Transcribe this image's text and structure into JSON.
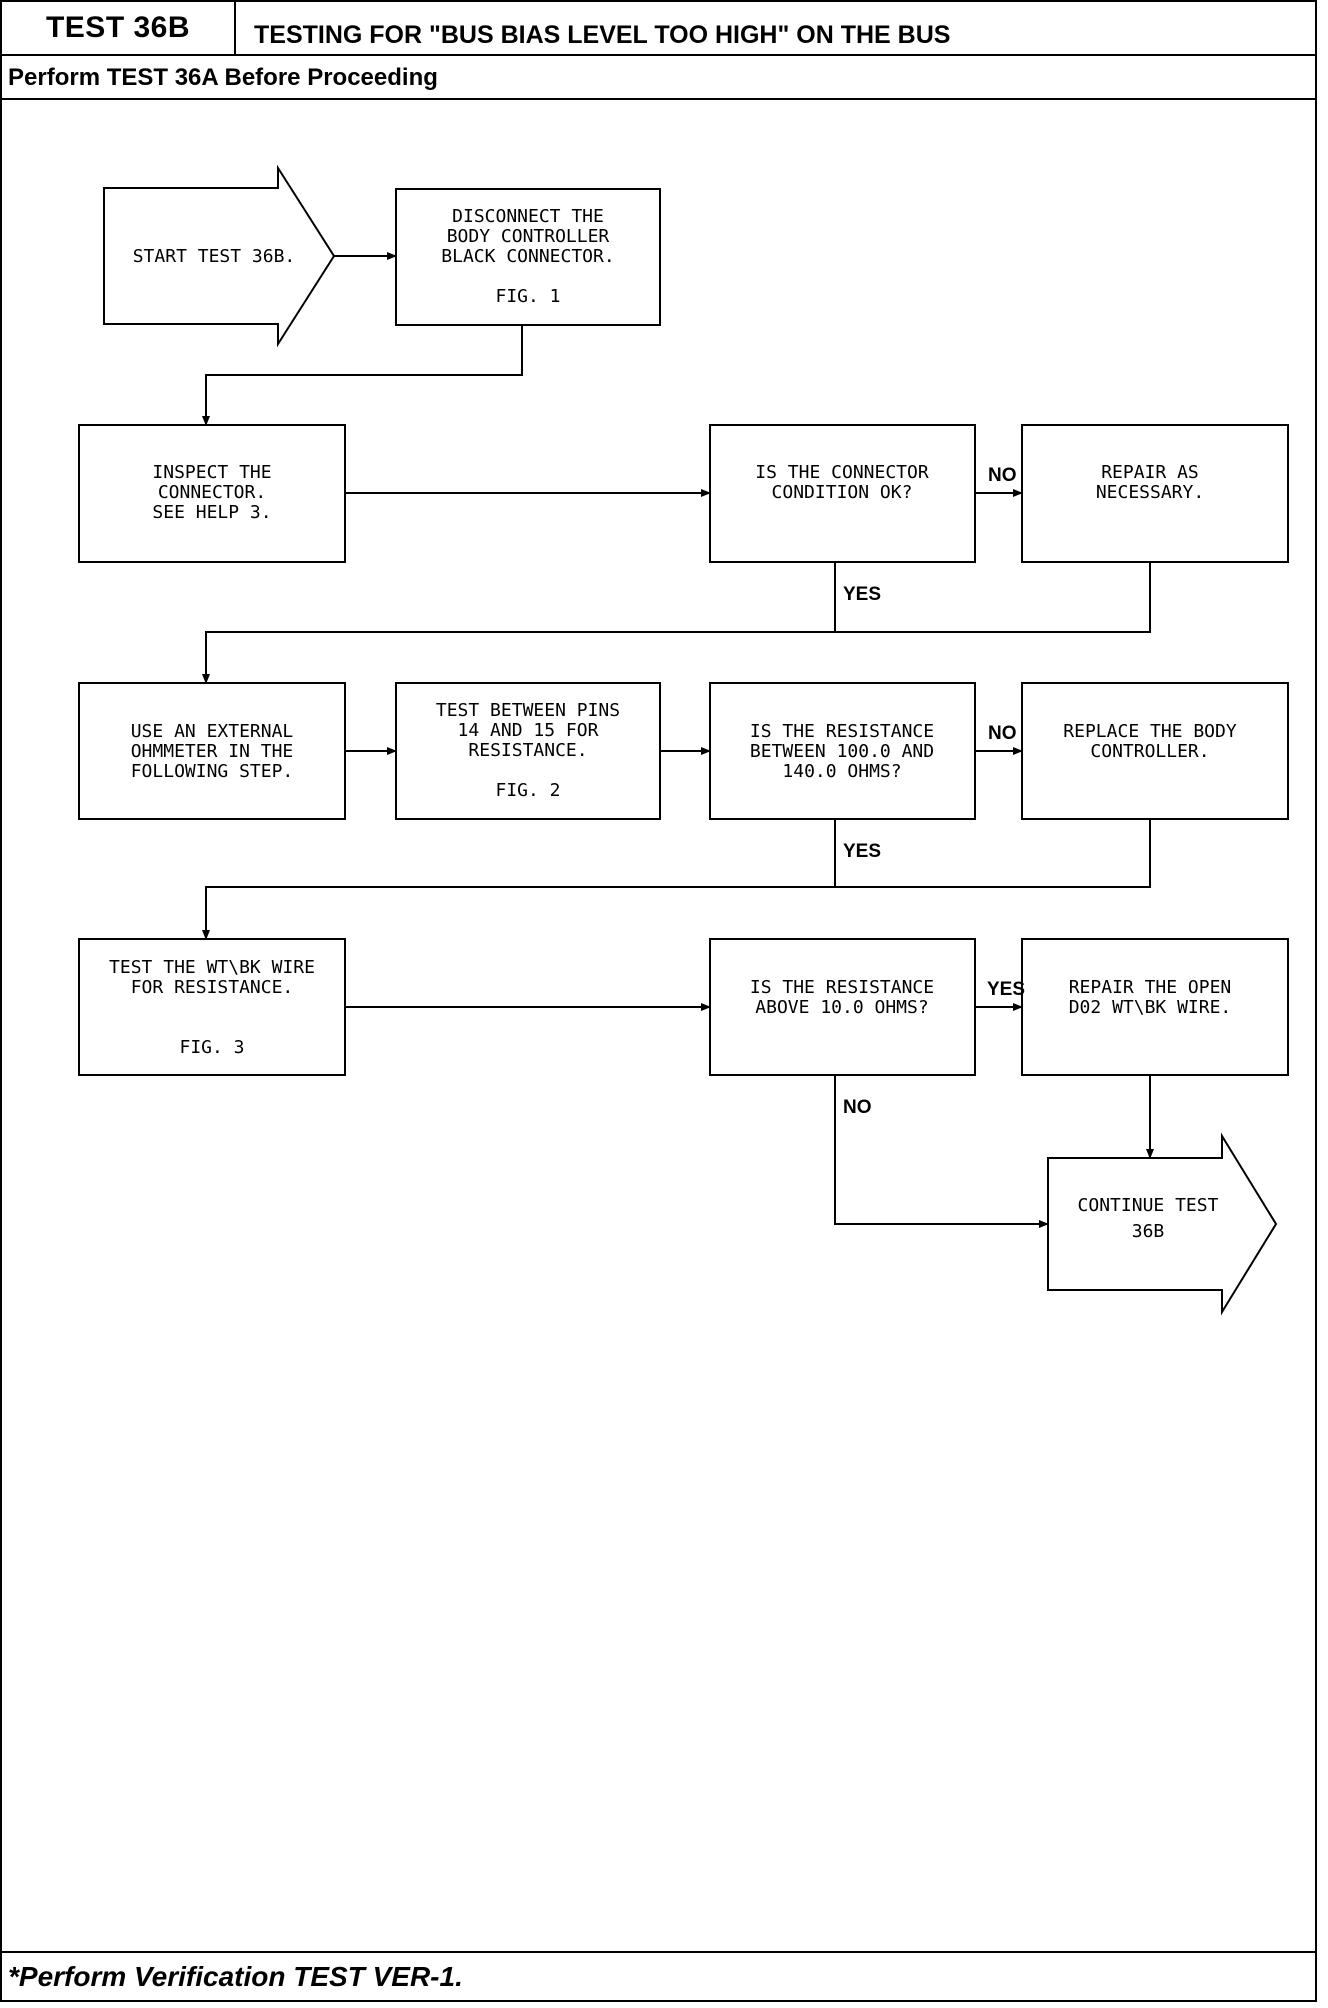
{
  "header": {
    "test_id": "TEST 36B",
    "title": "TESTING FOR \"BUS BIAS LEVEL TOO HIGH\" ON THE BUS",
    "subtitle": "Perform TEST 36A Before Proceeding"
  },
  "footer": {
    "note": "*Perform Verification TEST VER-1."
  },
  "flow": {
    "start": [
      "START TEST 36B."
    ],
    "disconnect": [
      "DISCONNECT THE",
      "BODY CONTROLLER",
      "BLACK CONNECTOR.",
      "",
      "FIG. 1"
    ],
    "inspect": [
      "INSPECT THE",
      "CONNECTOR.",
      "SEE HELP 3."
    ],
    "q_connector": [
      "IS THE CONNECTOR",
      "CONDITION OK?"
    ],
    "repair": [
      "REPAIR AS",
      "NECESSARY."
    ],
    "ohmmeter": [
      "USE AN EXTERNAL",
      "OHMMETER IN THE",
      "FOLLOWING STEP."
    ],
    "test_pins": [
      "TEST BETWEEN PINS",
      "14 AND 15 FOR",
      "RESISTANCE.",
      "",
      "FIG. 2"
    ],
    "q_resistance": [
      "IS THE RESISTANCE",
      "BETWEEN 100.0 AND",
      "140.0 OHMS?"
    ],
    "replace": [
      "REPLACE THE BODY",
      "CONTROLLER."
    ],
    "test_wire": [
      "TEST THE WT\\BK WIRE",
      "FOR RESISTANCE.",
      "",
      "",
      "FIG. 3"
    ],
    "q_above": [
      "IS THE RESISTANCE",
      "ABOVE 10.0 OHMS?"
    ],
    "repair_open": [
      "REPAIR THE OPEN",
      "D02 WT\\BK WIRE."
    ],
    "continue": [
      "CONTINUE TEST",
      "36B"
    ]
  },
  "labels": {
    "no1": "NO",
    "yes1": "YES",
    "no2": "NO",
    "yes2": "YES",
    "yes3": "YES",
    "no3": "NO"
  }
}
